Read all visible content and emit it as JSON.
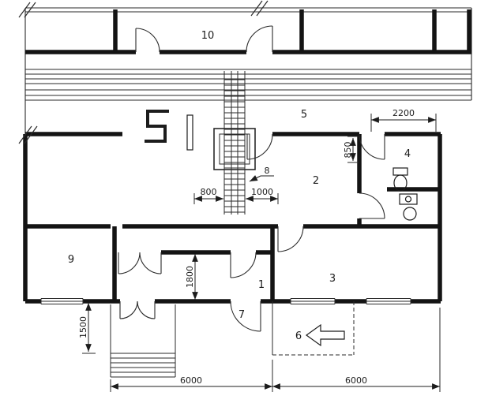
{
  "drawing": {
    "rooms": {
      "r1": "1",
      "r2": "2",
      "r3": "3",
      "r4": "4",
      "r5": "5",
      "r6": "6",
      "r7": "7",
      "r8": "8",
      "r9": "9",
      "r10": "10"
    },
    "dims": {
      "d2200": "2200",
      "d850": "850",
      "d800": "800",
      "d1000": "1000",
      "d1800": "1800",
      "d1500": "1500",
      "d6000a": "6000",
      "d6000b": "6000"
    },
    "colors": {
      "ink": "#1c1c1c",
      "paper": "#ffffff"
    }
  }
}
